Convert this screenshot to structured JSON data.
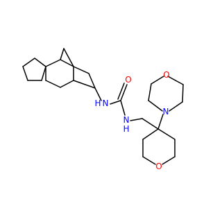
{
  "molecule": {
    "atom_labels": {
      "n_amide_top": {
        "text": "N",
        "color": "#0000FF"
      },
      "h_amide_top": {
        "text": "H",
        "color": "#0000FF"
      },
      "n_amide_bottom": {
        "text": "N",
        "color": "#0000FF"
      },
      "h_amide_bottom": {
        "text": "H",
        "color": "#0000FF"
      },
      "o_carbonyl": {
        "text": "O",
        "color": "#FF0000"
      },
      "n_morpholine": {
        "text": "N",
        "color": "#0000FF"
      },
      "o_morpholine": {
        "text": "O",
        "color": "#FF0000"
      },
      "o_oxane": {
        "text": "O",
        "color": "#FF0000"
      }
    }
  }
}
